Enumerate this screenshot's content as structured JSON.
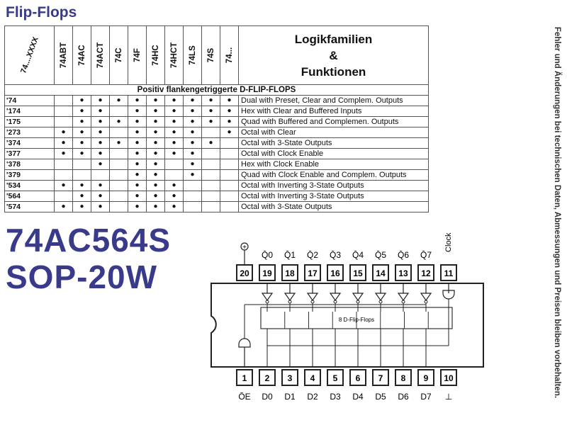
{
  "page": {
    "title": "Flip-Flops",
    "side_note": "Fehler und Änderungen bei technischen Daten, Abmessungen und Preisen bleiben vorbehalten."
  },
  "table": {
    "corner_label": "74....XXXX",
    "families": [
      "74ABT",
      "74AC",
      "74ACT",
      "74C",
      "74F",
      "74HC",
      "74HCT",
      "74LS",
      "74S",
      "74..."
    ],
    "logik": [
      "Logikfamilien",
      "&",
      "Funktionen"
    ],
    "section": "Positiv flankengetriggerte D-FLIP-FLOPS",
    "rows": [
      {
        "code": "'74",
        "dots": [
          0,
          1,
          1,
          1,
          1,
          1,
          1,
          1,
          1,
          1
        ],
        "desc": "Dual with Preset, Clear and Complem. Outputs"
      },
      {
        "code": "'174",
        "dots": [
          0,
          1,
          1,
          0,
          1,
          1,
          1,
          1,
          1,
          1
        ],
        "desc": "Hex with Clear and Buffered Inputs"
      },
      {
        "code": "'175",
        "dots": [
          0,
          1,
          1,
          1,
          1,
          1,
          1,
          1,
          1,
          1
        ],
        "desc": "Quad with Buffered and Complemen. Outputs"
      },
      {
        "code": "'273",
        "dots": [
          1,
          1,
          1,
          0,
          1,
          1,
          1,
          1,
          0,
          1
        ],
        "desc": "Octal with Clear"
      },
      {
        "code": "'374",
        "dots": [
          1,
          1,
          1,
          1,
          1,
          1,
          1,
          1,
          1,
          0
        ],
        "desc": "Octal with 3-State Outputs"
      },
      {
        "code": "'377",
        "dots": [
          1,
          1,
          1,
          0,
          1,
          1,
          1,
          1,
          0,
          0
        ],
        "desc": "Octal with Clock Enable"
      },
      {
        "code": "'378",
        "dots": [
          0,
          0,
          1,
          0,
          1,
          1,
          0,
          1,
          0,
          0
        ],
        "desc": "Hex with Clock Enable"
      },
      {
        "code": "'379",
        "dots": [
          0,
          0,
          0,
          0,
          1,
          1,
          0,
          1,
          0,
          0
        ],
        "desc": "Quad with Clock Enable and Complem. Outputs"
      },
      {
        "code": "'534",
        "dots": [
          1,
          1,
          1,
          0,
          1,
          1,
          1,
          0,
          0,
          0
        ],
        "desc": "Octal with Inverting 3-State Outputs"
      },
      {
        "code": "'564",
        "dots": [
          0,
          1,
          1,
          0,
          1,
          1,
          1,
          0,
          0,
          0
        ],
        "desc": "Octal with Inverting 3-State Outputs"
      },
      {
        "code": "'574",
        "dots": [
          1,
          1,
          1,
          0,
          1,
          1,
          1,
          0,
          0,
          0
        ],
        "desc": "Octal with 3-State Outputs"
      }
    ]
  },
  "part": {
    "number": "74AC564S",
    "package": "SOP-20W"
  },
  "pinout": {
    "top_pins": [
      {
        "num": "20",
        "label": "+"
      },
      {
        "num": "19",
        "label": "Q̄0"
      },
      {
        "num": "18",
        "label": "Q̄1"
      },
      {
        "num": "17",
        "label": "Q̄2"
      },
      {
        "num": "16",
        "label": "Q̄3"
      },
      {
        "num": "15",
        "label": "Q̄4"
      },
      {
        "num": "14",
        "label": "Q̄5"
      },
      {
        "num": "13",
        "label": "Q̄6"
      },
      {
        "num": "12",
        "label": "Q̄7"
      },
      {
        "num": "11",
        "label": "Clock"
      }
    ],
    "bottom_pins": [
      {
        "num": "1",
        "label": "ŌE"
      },
      {
        "num": "2",
        "label": "D0"
      },
      {
        "num": "3",
        "label": "D1"
      },
      {
        "num": "4",
        "label": "D2"
      },
      {
        "num": "5",
        "label": "D3"
      },
      {
        "num": "6",
        "label": "D4"
      },
      {
        "num": "7",
        "label": "D5"
      },
      {
        "num": "8",
        "label": "D6"
      },
      {
        "num": "9",
        "label": "D7"
      },
      {
        "num": "10",
        "label": "⊥"
      }
    ],
    "inner_label": "8 D-Flip-Flops"
  }
}
